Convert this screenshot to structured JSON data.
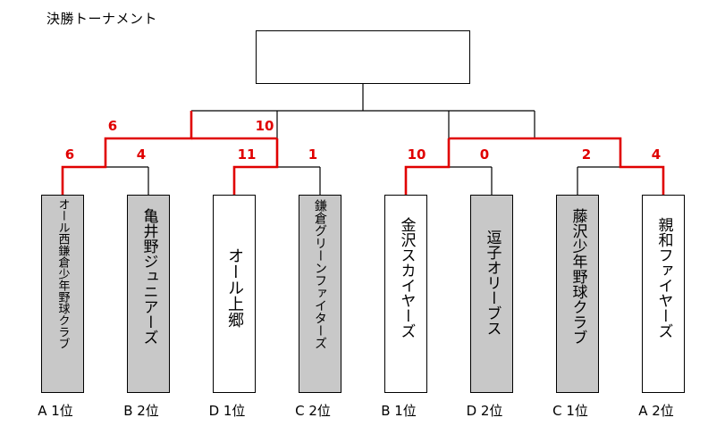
{
  "title": "決勝トーナメント",
  "colors": {
    "win": "#e00000",
    "line": "#000000",
    "gray_box": "#c8c8c8"
  },
  "teams": [
    {
      "name": "オール西鎌倉少年野球クラブ",
      "seed": "A 1位",
      "shade": "gray"
    },
    {
      "name": "亀井野ジュニアーズ",
      "seed": "B 2位",
      "shade": "gray"
    },
    {
      "name": "オール上郷",
      "seed": "D 1位",
      "shade": "white"
    },
    {
      "name": "鎌倉グリーンファイターズ",
      "seed": "C 2位",
      "shade": "gray"
    },
    {
      "name": "金沢スカイヤーズ",
      "seed": "B 1位",
      "shade": "white"
    },
    {
      "name": "逗子オリーブス",
      "seed": "D 2位",
      "shade": "gray"
    },
    {
      "name": "藤沢少年野球クラブ",
      "seed": "C 1位",
      "shade": "gray"
    },
    {
      "name": "親和ファイヤーズ",
      "seed": "A 2位",
      "shade": "white"
    }
  ],
  "round1_scores": [
    "6",
    "4",
    "11",
    "1",
    "10",
    "0",
    "2",
    "4"
  ],
  "round2_scores": [
    "6",
    "10"
  ],
  "winner": ""
}
